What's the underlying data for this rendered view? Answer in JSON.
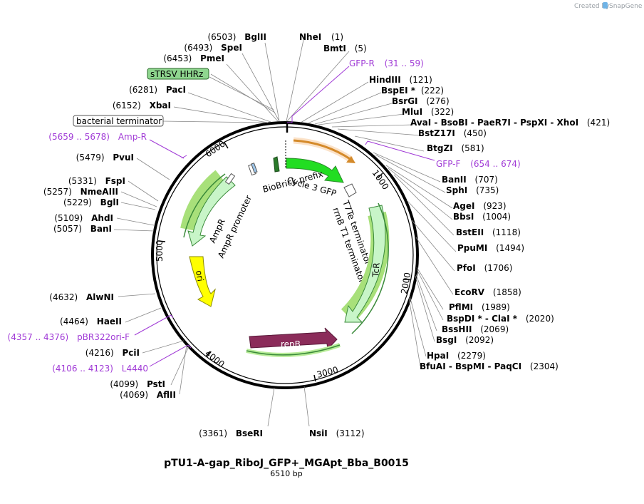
{
  "plasmid": {
    "name": "pTU1-A-gap_RiboJ_GFP+_MGApt_Bba_B0015",
    "size_label": "6510 bp",
    "length": 6510
  },
  "branding": {
    "created_by": "Created by",
    "product": "SnapGene",
    "logo_icon": "snapgene-logo-icon"
  },
  "ticks": [
    "1000",
    "2000",
    "3000",
    "4000",
    "5000",
    "6000"
  ],
  "site_labels": [
    {
      "name": "NheI",
      "pos": "(1)"
    },
    {
      "name": "BmtI",
      "pos": "(5)"
    },
    {
      "name": "HindIII",
      "pos": "(121)"
    },
    {
      "name": "BspEI *",
      "pos": "(222)"
    },
    {
      "name": "BsrGI",
      "pos": "(276)"
    },
    {
      "name": "MluI",
      "pos": "(322)"
    },
    {
      "name": "AvaI - BsoBI - PaeR7I - PspXI - XhoI",
      "pos": "(421)"
    },
    {
      "name": "BstZ17I",
      "pos": "(450)"
    },
    {
      "name": "BtgZI",
      "pos": "(581)"
    },
    {
      "name": "BanII",
      "pos": "(707)"
    },
    {
      "name": "SphI",
      "pos": "(735)"
    },
    {
      "name": "AgeI",
      "pos": "(923)"
    },
    {
      "name": "BbsI",
      "pos": "(1004)"
    },
    {
      "name": "BstEII",
      "pos": "(1118)"
    },
    {
      "name": "PpuMI",
      "pos": "(1494)"
    },
    {
      "name": "PfoI",
      "pos": "(1706)"
    },
    {
      "name": "EcoRV",
      "pos": "(1858)"
    },
    {
      "name": "PflMI",
      "pos": "(1989)"
    },
    {
      "name": "BspDI * - ClaI *",
      "pos": "(2020)"
    },
    {
      "name": "BssHII",
      "pos": "(2069)"
    },
    {
      "name": "BsgI",
      "pos": "(2092)"
    },
    {
      "name": "HpaI",
      "pos": "(2279)"
    },
    {
      "name": "BfuAI - BspMI - PaqCI",
      "pos": "(2304)"
    },
    {
      "name": "NsiI",
      "pos": "(3112)"
    },
    {
      "name": "BseRI",
      "pos": "(3361)"
    },
    {
      "name": "AflII",
      "pos": "(4069)"
    },
    {
      "name": "PstI",
      "pos": "(4099)"
    },
    {
      "name": "PciI",
      "pos": "(4216)"
    },
    {
      "name": "HaeII",
      "pos": "(4464)"
    },
    {
      "name": "AlwNI",
      "pos": "(4632)"
    },
    {
      "name": "BanI",
      "pos": "(5057)"
    },
    {
      "name": "AhdI",
      "pos": "(5109)"
    },
    {
      "name": "BglI",
      "pos": "(5229)"
    },
    {
      "name": "NmeAIII",
      "pos": "(5257)"
    },
    {
      "name": "FspI",
      "pos": "(5331)"
    },
    {
      "name": "PvuI",
      "pos": "(5479)"
    },
    {
      "name": "XbaI",
      "pos": "(6152)"
    },
    {
      "name": "PacI",
      "pos": "(6281)"
    },
    {
      "name": "PmeI",
      "pos": "(6453)"
    },
    {
      "name": "SpeI",
      "pos": "(6493)"
    },
    {
      "name": "BglII",
      "pos": "(6503)"
    }
  ],
  "primers": [
    {
      "name": "GFP-R",
      "range": "(31 .. 59)"
    },
    {
      "name": "GFP-F",
      "range": "(654 .. 674)"
    },
    {
      "name": "Amp-R",
      "range": "(5659 .. 5678)"
    },
    {
      "name": "pBR322ori-F",
      "range": "(4357 .. 4376)"
    },
    {
      "name": "L4440",
      "range": "(4106 .. 4123)"
    }
  ],
  "boxed_features": [
    "sTRSV HHRz",
    "bacterial terminator"
  ],
  "features": [
    {
      "name": "Cycle 3 GFP",
      "color": "#22dd22"
    },
    {
      "name": "TcR",
      "color": "#c8f5c8"
    },
    {
      "name": "repB",
      "color": "#8b2c5a"
    },
    {
      "name": "ori",
      "color": "#ffff00"
    },
    {
      "name": "AmpR",
      "color": "#c8f5c8"
    },
    {
      "name": "AmpR promoter",
      "color": "#ffffff"
    },
    {
      "name": "BioBrick prefix",
      "color": "#ffffff"
    },
    {
      "name": "T7Te terminator",
      "color": "#ffffff"
    },
    {
      "name": "rrnB T1 terminator",
      "color": "#ffffff"
    }
  ],
  "colors": {
    "backbone": "#000000",
    "primer": "#a03ad6",
    "leader": "#888888",
    "orange_feature": "#f0a030"
  }
}
